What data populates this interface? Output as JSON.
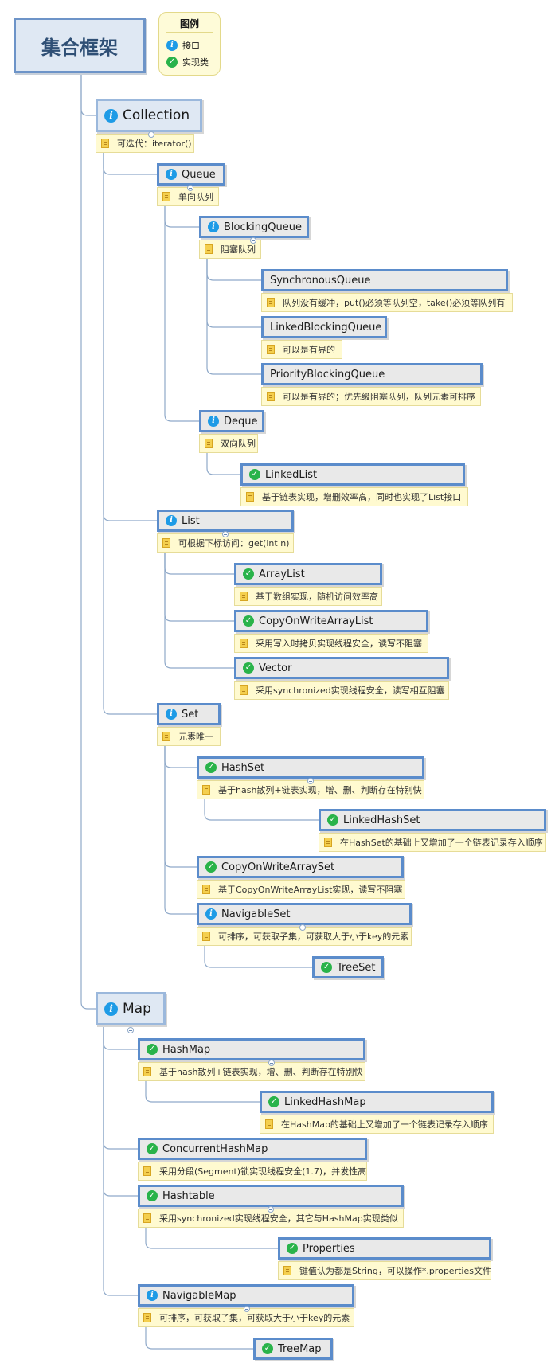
{
  "title": "集合框架",
  "legend": {
    "title": "图例",
    "interface_label": "接口",
    "class_label": "实现类"
  },
  "colors": {
    "node_border": "#5b8ccb",
    "node_fill": "#e9e9e9",
    "note_fill": "#fffad0",
    "interface_icon": "#1e9be6",
    "class_icon": "#29b34a",
    "connector": "#8fa9c9"
  },
  "icons": {
    "interface": "info-icon",
    "class": "check-icon",
    "note": "note-icon"
  },
  "nodes": [
    {
      "id": "collection",
      "parent": "root",
      "label": "Collection",
      "kind": "interface",
      "note": "可迭代：iterator()",
      "big": true
    },
    {
      "id": "queue",
      "parent": "collection",
      "label": "Queue",
      "kind": "interface",
      "note": "单向队列"
    },
    {
      "id": "blockingqueue",
      "parent": "queue",
      "label": "BlockingQueue",
      "kind": "interface",
      "note": "阻塞队列"
    },
    {
      "id": "synchronousqueue",
      "parent": "blockingqueue",
      "label": "SynchronousQueue",
      "kind": "none",
      "note": "队列没有缓冲，put()必须等队列空，take()必须等队列有"
    },
    {
      "id": "linkedblockingqueue",
      "parent": "blockingqueue",
      "label": "LinkedBlockingQueue",
      "kind": "none",
      "note": "可以是有界的"
    },
    {
      "id": "priorityblockingqueue",
      "parent": "blockingqueue",
      "label": "PriorityBlockingQueue",
      "kind": "none",
      "note": "可以是有界的；优先级阻塞队列，队列元素可排序"
    },
    {
      "id": "deque",
      "parent": "queue",
      "label": "Deque",
      "kind": "interface",
      "note": "双向队列"
    },
    {
      "id": "linkedlist",
      "parent": "deque",
      "label": "LinkedList",
      "kind": "class",
      "note": "基于链表实现，增删效率高，同时也实现了List接口"
    },
    {
      "id": "list",
      "parent": "collection",
      "label": "List",
      "kind": "interface",
      "note": "可根据下标访问：get(int n)"
    },
    {
      "id": "arraylist",
      "parent": "list",
      "label": "ArrayList",
      "kind": "class",
      "note": "基于数组实现，随机访问效率高"
    },
    {
      "id": "copyonwritearraylist",
      "parent": "list",
      "label": "CopyOnWriteArrayList",
      "kind": "class",
      "note": "采用写入时拷贝实现线程安全，读写不阻塞"
    },
    {
      "id": "vector",
      "parent": "list",
      "label": "Vector",
      "kind": "class",
      "note": "采用synchronized实现线程安全，读写相互阻塞"
    },
    {
      "id": "set",
      "parent": "collection",
      "label": "Set",
      "kind": "interface",
      "note": "元素唯一"
    },
    {
      "id": "hashset",
      "parent": "set",
      "label": "HashSet",
      "kind": "class",
      "note": "基于hash散列+链表实现，增、删、判断存在特别快"
    },
    {
      "id": "linkedhashset",
      "parent": "hashset",
      "label": "LinkedHashSet",
      "kind": "class",
      "note": "在HashSet的基础上又增加了一个链表记录存入顺序"
    },
    {
      "id": "copyonwritearrayset",
      "parent": "set",
      "label": "CopyOnWriteArraySet",
      "kind": "class",
      "note": "基于CopyOnWriteArrayList实现，读写不阻塞"
    },
    {
      "id": "navigableset",
      "parent": "set",
      "label": "NavigableSet",
      "kind": "interface",
      "note": "可排序，可获取子集，可获取大于小于key的元素"
    },
    {
      "id": "treeset",
      "parent": "navigableset",
      "label": "TreeSet",
      "kind": "class",
      "note": ""
    },
    {
      "id": "map",
      "parent": "root",
      "label": "Map",
      "kind": "interface",
      "note": "",
      "big": true
    },
    {
      "id": "hashmap",
      "parent": "map",
      "label": "HashMap",
      "kind": "class",
      "note": "基于hash散列+链表实现，增、删、判断存在特别快"
    },
    {
      "id": "linkedhashmap",
      "parent": "hashmap",
      "label": "LinkedHashMap",
      "kind": "class",
      "note": "在HashMap的基础上又增加了一个链表记录存入顺序"
    },
    {
      "id": "concurrenthashmap",
      "parent": "map",
      "label": "ConcurrentHashMap",
      "kind": "class",
      "note": "采用分段(Segment)锁实现线程安全(1.7)，并发性高"
    },
    {
      "id": "hashtable",
      "parent": "map",
      "label": "Hashtable",
      "kind": "class",
      "note": "采用synchronized实现线程安全，其它与HashMap实现类似"
    },
    {
      "id": "properties",
      "parent": "hashtable",
      "label": "Properties",
      "kind": "class",
      "note": "键值认为都是String，可以操作*.properties文件"
    },
    {
      "id": "navigablemap",
      "parent": "map",
      "label": "NavigableMap",
      "kind": "interface",
      "note": "可排序，可获取子集，可获取大于小于key的元素"
    },
    {
      "id": "treemap",
      "parent": "navigablemap",
      "label": "TreeMap",
      "kind": "class",
      "note": ""
    }
  ]
}
